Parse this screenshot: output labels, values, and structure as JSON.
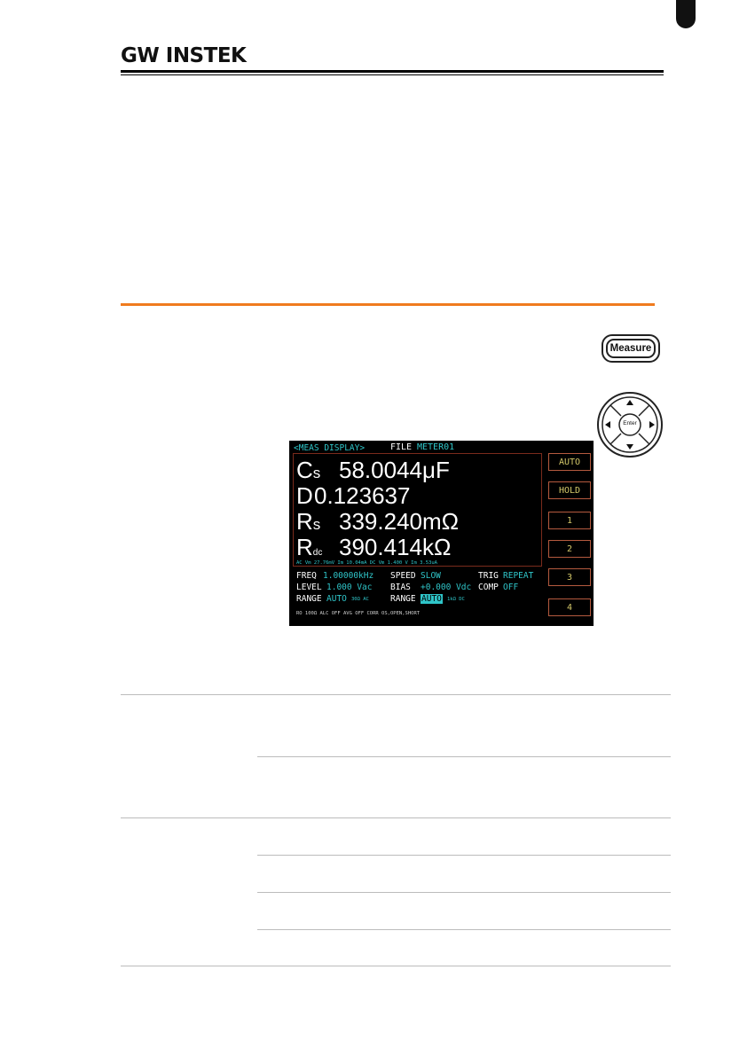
{
  "header": {
    "brand": "GW INSTEK"
  },
  "keys": {
    "measure": "Measure",
    "enter": "Enter"
  },
  "lcd": {
    "title": "<MEAS DISPLAY>",
    "file_label": "FILE",
    "file_name": "METER01",
    "readings": [
      {
        "param": "C",
        "param_sub": "s",
        "value": "58.0044μF"
      },
      {
        "param": "D",
        "param_sub": "",
        "value": "0.123637"
      },
      {
        "param": "R",
        "param_sub": "s",
        "value": "339.240mΩ"
      },
      {
        "param": "R",
        "param_sub": "dc",
        "value": "390.414kΩ"
      }
    ],
    "monitor_line": "AC  Vm 27.76mV  Im 10.04mA    DC  Vm 1.400 V  Im 3.53uA",
    "params": {
      "freq_label": "FREQ",
      "freq_value": "1.00000kHz",
      "speed_label": "SPEED",
      "speed_value": "SLOW",
      "trig_label": "TRIG",
      "trig_value": "REPEAT",
      "level_label": "LEVEL",
      "level_value": "1.000 Vac",
      "bias_label": "BIAS",
      "bias_value": "+0.000 Vdc",
      "comp_label": "COMP",
      "comp_value": "OFF",
      "range_label": "RANGE",
      "range_ac_value": "AUTO",
      "range_ac_note": "30Ω  AC",
      "range2_label": "RANGE",
      "range_dc_value": "AUTO",
      "range_dc_note": "1kΩ  DC"
    },
    "status_line": "RO 100Ω    ALC OFF    AVG OFF    CORR OS,OPEN,SHORT",
    "softkeys": [
      "AUTO",
      "HOLD",
      "1",
      "2",
      "3",
      "4"
    ]
  },
  "colors": {
    "accent_rule": "#f07b1e",
    "lcd_cyan": "#2fc5c9",
    "softkey_text": "#d4c86a"
  }
}
